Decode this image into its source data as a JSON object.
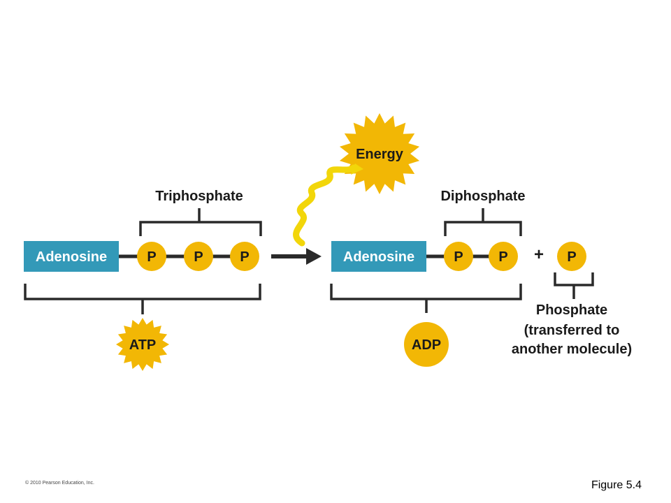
{
  "labels": {
    "energy": "Energy",
    "triphosphate": "Triphosphate",
    "diphosphate": "Diphosphate",
    "adenosine_left": "Adenosine",
    "adenosine_right": "Adenosine",
    "phosphate_symbol": "P",
    "plus": "+",
    "atp": "ATP",
    "adp": "ADP",
    "phosphate_line1": "Phosphate",
    "phosphate_line2": "(transferred to",
    "phosphate_line3": "another molecule)"
  },
  "footer": {
    "copyright": "© 2010 Pearson Education, Inc.",
    "figure": "Figure 5.4"
  },
  "colors": {
    "adenosine_box": "#3399b8",
    "phosphate_circle": "#f2b705",
    "energy_star": "#f2b705",
    "wave": "#f2d60a",
    "bracket": "#2a2a2a"
  }
}
